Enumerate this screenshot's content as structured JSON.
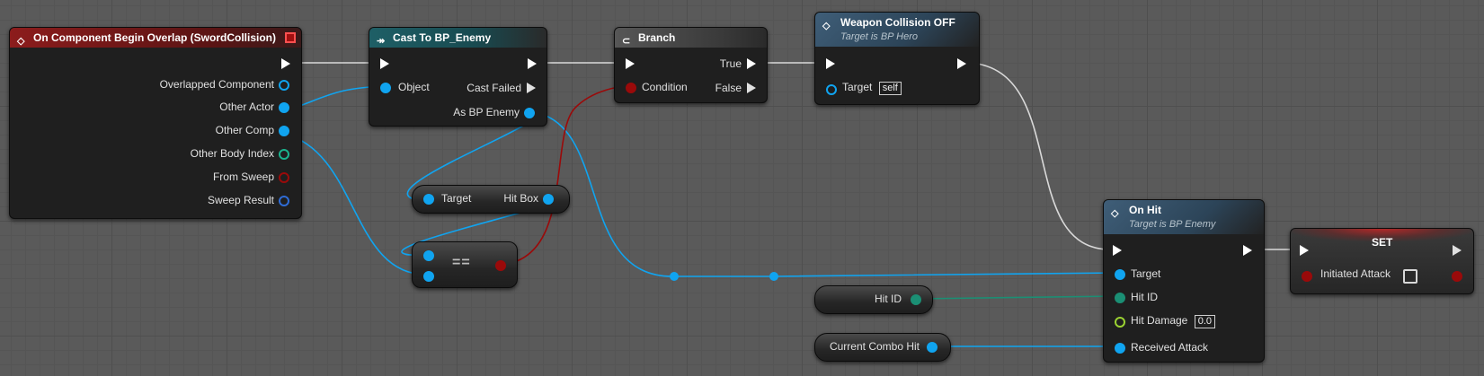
{
  "colors": {
    "event_header": "#8c1c1c",
    "cast_header": "#1e5f66",
    "branch_header": "#565656",
    "function_header": "#3f5e78",
    "set_header": "#8a2222",
    "object_pin": "#10a4f0",
    "bool_pin": "#9a0a0a",
    "int_pin": "#1b8f74",
    "float_pin": "#9bd232",
    "struct_pin": "#2f6cd6",
    "exec_wire": "#d9d9d9"
  },
  "nodes": {
    "event": {
      "title": "On Component Begin Overlap (SwordCollision)",
      "icon": "event-diamond-icon",
      "pins": [
        "Overlapped Component",
        "Other Actor",
        "Other Comp",
        "Other Body Index",
        "From Sweep",
        "Sweep Result"
      ]
    },
    "cast": {
      "title": "Cast To BP_Enemy",
      "icon": "cast-arrow-icon",
      "object_label": "Object",
      "cast_failed_label": "Cast Failed",
      "as_label": "As BP Enemy"
    },
    "branch": {
      "title": "Branch",
      "icon": "branch-icon",
      "condition_label": "Condition",
      "true_label": "True",
      "false_label": "False"
    },
    "weapon_off": {
      "title": "Weapon Collision OFF",
      "subtitle": "Target is BP Hero",
      "target_label": "Target",
      "target_value": "self"
    },
    "get_hitbox": {
      "target_label": "Target",
      "output_label": "Hit Box"
    },
    "equals": {
      "label": "=="
    },
    "on_hit": {
      "title": "On Hit",
      "subtitle": "Target is BP Enemy",
      "target_label": "Target",
      "hit_id_label": "Hit ID",
      "hit_damage_label": "Hit Damage",
      "hit_damage_value": "0.0",
      "received_attack_label": "Received Attack"
    },
    "hit_id_var": {
      "label": "Hit ID"
    },
    "combo_var": {
      "label": "Current Combo Hit"
    },
    "set": {
      "title": "SET",
      "initiated_attack_label": "Initiated Attack",
      "initiated_attack_value": false
    }
  }
}
